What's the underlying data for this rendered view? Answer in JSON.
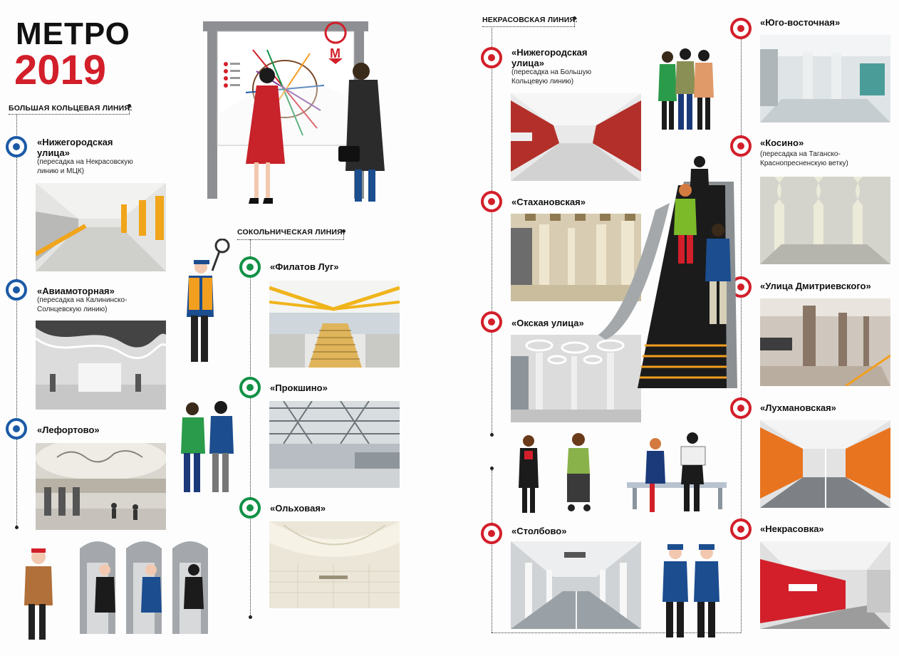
{
  "title": {
    "line1": "МЕТРО",
    "line2": "2019"
  },
  "colors": {
    "big_circle_line": "#1b5aa6",
    "sokolnicheskaya": "#119145",
    "nekrasovskaya": "#d21f2a"
  },
  "big_circle_line": {
    "label": "БОЛЬШАЯ КОЛЬЦЕВАЯ ЛИНИЯ:",
    "stations": [
      {
        "name": "«Нижегородская улица»",
        "note": "(пересадка на Некрасовскую линию и МЦК)"
      },
      {
        "name": "«Авиамоторная»",
        "note": "(пересадка на Калининско-Солнцевскую линию)"
      },
      {
        "name": "«Лефортово»",
        "note": ""
      }
    ]
  },
  "sokolnicheskaya_line": {
    "label": "СОКОЛЬНИЧЕСКАЯ ЛИНИЯ:",
    "stations": [
      {
        "name": "«Филатов Луг»"
      },
      {
        "name": "«Прокшино»"
      },
      {
        "name": "«Ольховая»"
      }
    ]
  },
  "nekrasovskaya_line": {
    "label": "НЕКРАСОВСКАЯ ЛИНИЯ:",
    "stations_left": [
      {
        "name": "«Нижегородская улица»",
        "note": "(пересадка на Большую Кольцевую линию)"
      },
      {
        "name": "«Стахановская»",
        "note": ""
      },
      {
        "name": "«Окская улица»",
        "note": ""
      },
      {
        "name": "«Столбово»",
        "note": ""
      }
    ],
    "stations_right": [
      {
        "name": "«Юго-восточная»",
        "note": ""
      },
      {
        "name": "«Косино»",
        "note": "(пересадка на Таганско-Краснопресненскую ветку)"
      },
      {
        "name": "«Улица Дмитриевского»",
        "note": ""
      },
      {
        "name": "«Лухмановская»",
        "note": ""
      },
      {
        "name": "«Некрасовка»",
        "note": ""
      }
    ]
  },
  "icons": [
    "metro-logo-icon",
    "station-bullet-icon"
  ]
}
